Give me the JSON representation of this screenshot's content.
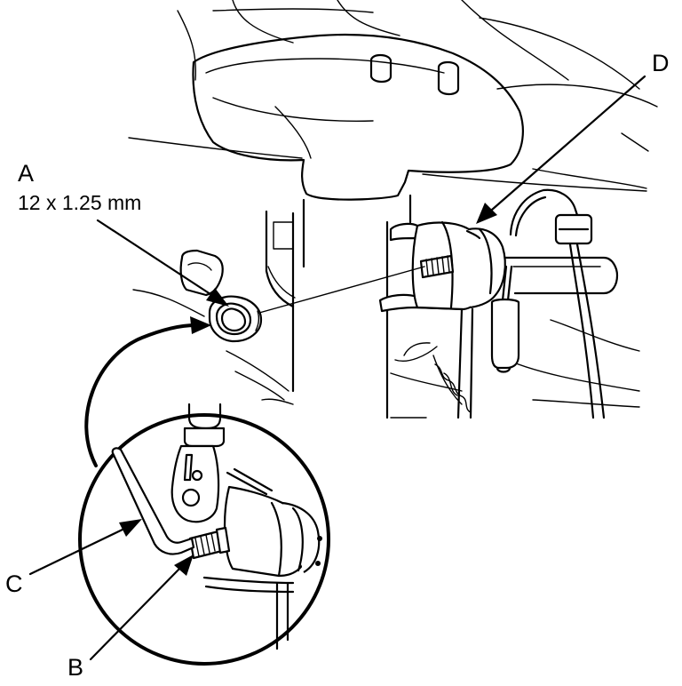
{
  "callouts": {
    "a": {
      "letter": "A",
      "spec": "12 x 1.25 mm"
    },
    "b": {
      "letter": "B"
    },
    "c": {
      "letter": "C"
    },
    "d": {
      "letter": "D"
    }
  },
  "colors": {
    "ink": "#000000",
    "paper": "#ffffff"
  },
  "icons": {
    "pointer": "arrowhead",
    "transfer": "curved-arrow"
  }
}
